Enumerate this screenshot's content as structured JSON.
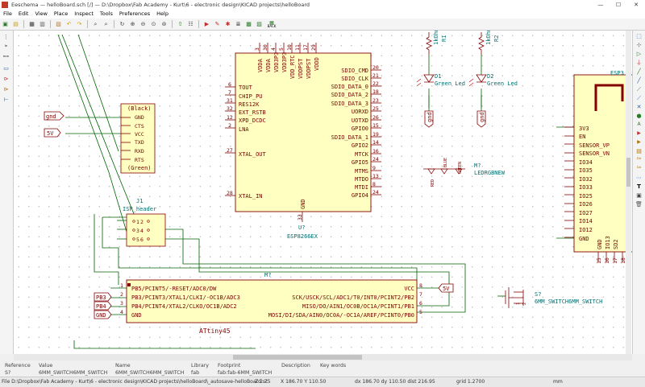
{
  "window": {
    "title": "Eeschema — helloBoard.sch [/] — D:\\Dropbox\\Fab Academy - Kurt\\6 - electronic design\\KICAD projects\\helloBoard",
    "minimize": "—",
    "maximize": "☐",
    "close": "✕"
  },
  "menu": [
    "File",
    "Edit",
    "View",
    "Place",
    "Inspect",
    "Tools",
    "Preferences",
    "Help"
  ],
  "toolbar_icons": [
    "new-icon",
    "open-icon",
    "save-icon",
    "print-icon",
    "plot-icon",
    "paste-icon",
    "undo-icon",
    "redo-icon",
    "find-icon",
    "find-replace-icon",
    "refresh-icon",
    "zoom-in-icon",
    "zoom-out-icon",
    "zoom-fit-icon",
    "zoom-selection-icon",
    "hierarchy-up-icon",
    "hierarchy-icon",
    "annotate-icon",
    "erc-icon",
    "netlist-icon",
    "bom-icon",
    "assign-footprints-icon",
    "pcbnew-icon",
    "back-annotate-icon"
  ],
  "toolbar_back_label": "BACK",
  "left_icons": [
    "grid-icon",
    "inch-icon",
    "mm-icon",
    "cursor-icon",
    "hidden-pins-icon",
    "bus-wire-icon",
    "hierarchy-nav-icon"
  ],
  "right_icons": [
    "select-icon",
    "highlight-icon",
    "add-symbol-icon",
    "add-power-icon",
    "add-wire-icon",
    "add-bus-icon",
    "wire-bus-entry-icon",
    "bus-entry-icon",
    "no-connect-icon",
    "junction-icon",
    "net-label-icon",
    "global-label-icon",
    "hier-label-icon",
    "hier-sheet-icon",
    "import-pin-icon",
    "add-pin-icon",
    "add-line-icon",
    "add-text-icon",
    "add-image-icon",
    "delete-icon"
  ],
  "schematic": {
    "left_labels": {
      "gnd": "gnd",
      "v5": "5V"
    },
    "ftdi": {
      "header_black": "(Black)",
      "header_green": "(Green)",
      "pins": [
        "GND",
        "CTS",
        "VCC",
        "TXD",
        "RXD",
        "RTS"
      ]
    },
    "isp": {
      "ref": "J1",
      "value": "ISP_header",
      "pins": [
        "1",
        "2",
        "3",
        "4",
        "5",
        "6"
      ]
    },
    "esp8266": {
      "ref": "U?",
      "value": "ESP8266EX",
      "top_pins": [
        "VDDA",
        "VDDA",
        "VDD3P3",
        "VDD3P3",
        "VDD_RTC",
        "VDDPST",
        "VDDPST",
        "VDDD"
      ],
      "top_nums": [
        "3",
        "30",
        "4",
        "5",
        "10",
        "11",
        "17",
        "29"
      ],
      "left_pins": [
        {
          "num": "6",
          "name": "TOUT"
        },
        {
          "num": "7",
          "name": "CHIP_PU"
        },
        {
          "num": "31",
          "name": "RES12K"
        },
        {
          "num": "32",
          "name": "EXT_RSTB"
        },
        {
          "num": "12",
          "name": "XPD_DCDC"
        },
        {
          "num": "2",
          "name": "LNA"
        },
        {
          "num": "27",
          "name": "XTAL_OUT"
        },
        {
          "num": "28",
          "name": "XTAL_IN"
        }
      ],
      "right_pins": [
        {
          "num": "20",
          "name": "SDIO_CMD"
        },
        {
          "num": "21",
          "name": "SDIO_CLK"
        },
        {
          "num": "22",
          "name": "SDIO_DATA_0"
        },
        {
          "num": "18",
          "name": "SDIO_DATA_2"
        },
        {
          "num": "23",
          "name": "SDIO_DATA_3"
        },
        {
          "num": "25",
          "name": "UORXD"
        },
        {
          "num": "26",
          "name": "UOTXD"
        },
        {
          "num": "15",
          "name": "GPIO0"
        },
        {
          "num": "19",
          "name": "SDIO_DATA_1"
        },
        {
          "num": "14",
          "name": "GPIO2"
        },
        {
          "num": "16",
          "name": "MTCK"
        },
        {
          "num": "24",
          "name": "GPIO5"
        },
        {
          "num": "9",
          "name": "MTMS"
        },
        {
          "num": "13",
          "name": "MTDO"
        },
        {
          "num": "8",
          "name": "MTDI"
        },
        {
          "num": "24",
          "name": "GPIO4"
        }
      ],
      "gnd_pin": "GND",
      "gnd_num": "33"
    },
    "resistors": [
      {
        "ref": "R1",
        "value": "1kOhm"
      },
      {
        "ref": "R2",
        "value": "1kOhm"
      }
    ],
    "leds": [
      {
        "ref": "D1",
        "value": "Green Led"
      },
      {
        "ref": "D2",
        "value": "Green Led"
      }
    ],
    "rgb": {
      "ref": "M?",
      "value": "LEDRGBNEW",
      "channels": [
        "RED",
        "BLUE",
        "GREEN"
      ]
    },
    "gnd_tags": [
      "gnd",
      "gnd"
    ],
    "esp32": {
      "title": "ESP3",
      "pins": [
        "3V3",
        "EN",
        "SENSOR_VP",
        "SENSOR_VN",
        "IO34",
        "IO35",
        "IO32",
        "IO33",
        "IO25",
        "IO26",
        "IO27",
        "IO14",
        "IO12",
        "GND"
      ],
      "bottom_pins": [
        "GND",
        "IO13",
        "SD2"
      ],
      "bottom_nums": [
        "15",
        "16",
        "17",
        "18"
      ]
    },
    "attiny": {
      "ref": "M?",
      "value": "ATtiny45",
      "left_pins": [
        {
          "num": "1",
          "name": "PB5/PCINT5/-RESET/ADC0/DW"
        },
        {
          "num": "2",
          "name": "PB3/PCINT3/XTAL1/CLKI/-OC1B/ADC3"
        },
        {
          "num": "3",
          "name": "PB4/PCINT4/XTAL2/CLKO/OC1B/ADC2"
        },
        {
          "num": "4",
          "name": "GND"
        }
      ],
      "right_pins": [
        {
          "num": "8",
          "name": "VCC"
        },
        {
          "num": "7",
          "name": "SCK/USCK/SCL/ADC1/T0/INT0/PCINT2/PB2"
        },
        {
          "num": "6",
          "name": "MISO/DO/AIN1/OC0B/OC1A/PCINT1/PB1"
        },
        {
          "num": "5",
          "name": "MOSI/DI/SDA/AIN0/OC0A/-OC1A/AREF/PCINT0/PB0"
        }
      ]
    },
    "attiny_labels": [
      "PB3",
      "PB4",
      "GND"
    ],
    "v5_right": "5V",
    "switch": {
      "ref": "S?",
      "value": "6MM_SWITCH6MM_SWITCH",
      "pins": [
        "1",
        "2"
      ]
    }
  },
  "info": {
    "headers": [
      "Reference",
      "Value",
      "Name",
      "Library",
      "Footprint",
      "Description",
      "Key words"
    ],
    "values": [
      "S?",
      "6MM_SWITCH6MM_SWITCH",
      "6MM_SWITCH6MM_SWITCH",
      "fab",
      "fab:fab-6MM_SWITCH",
      "",
      ""
    ]
  },
  "status": {
    "path": "File D:\\Dropbox\\Fab Academy - Kurt\\6 - electronic design\\KICAD projects\\helloBoard\\_autosave-helloBoard.sc",
    "zoom": "Z 2.75",
    "xy": "X 186.70  Y 110.50",
    "dxy": "dx 186.70  dy 110.50  dist 216.95",
    "grid": "grid 1.2700",
    "units": "mm"
  },
  "colors": {
    "wire": "#006400",
    "component": "#840000",
    "component_fill": "#ffffc2",
    "reference": "#008484",
    "label_fill": "#ffffff"
  }
}
